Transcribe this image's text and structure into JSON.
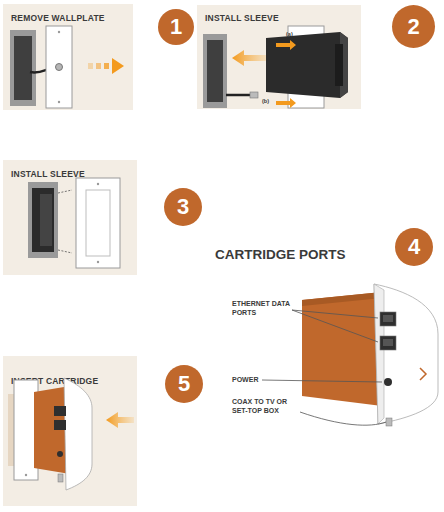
{
  "diagram": {
    "nodes": [
      {
        "text": [
          "REMOVE WALLPLATE"
        ]
      },
      {
        "text": [
          "1"
        ]
      },
      {
        "text": [
          "INSTALL SLEEVE"
        ]
      },
      {
        "text": [
          "2"
        ]
      },
      {
        "text": [
          "INSTALL SLEEVE"
        ]
      },
      {
        "text": [
          "3"
        ]
      },
      {
        "text": [
          "4"
        ]
      },
      {
        "text": [
          "INSERT CARTRIDGE"
        ]
      },
      {
        "text": [
          "5"
        ]
      }
    ],
    "labels": [
      "CARTRIDGE PORTS",
      "(a)",
      "(b)",
      "ETHERNET DATA PORTS",
      "POWER",
      "COAX TO TV OR SET-TOP BOX"
    ]
  }
}
